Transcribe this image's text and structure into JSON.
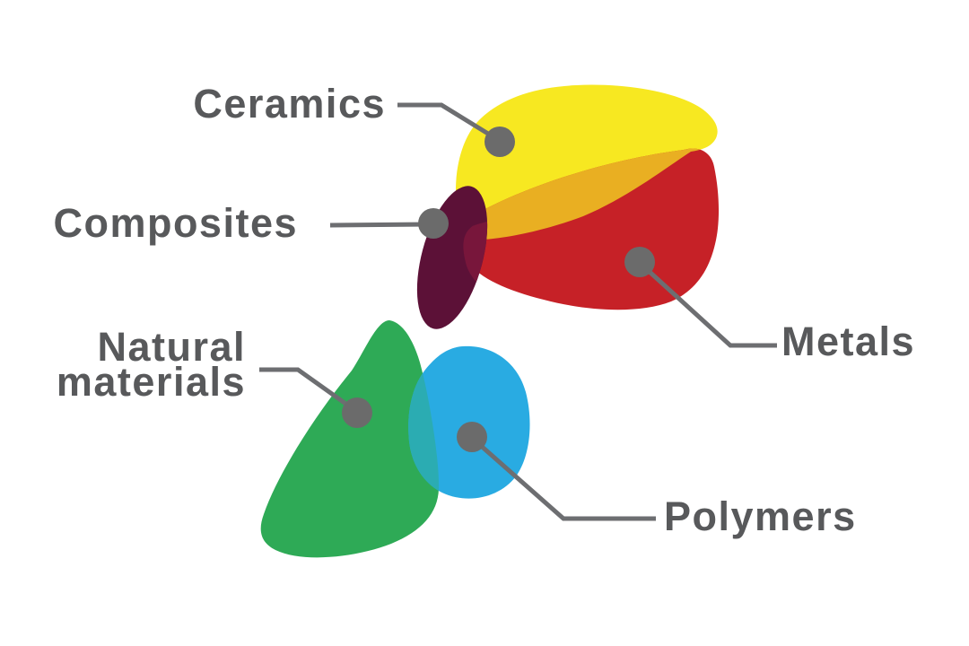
{
  "diagram": {
    "title": "Material classes blob diagram",
    "background_color": "#FFFFFF",
    "label_color": "#58595B",
    "connector_color": "#6D6E71",
    "marker_color": "#6B6B6B",
    "labels": {
      "ceramics": "Ceramics",
      "composites": "Composites",
      "metals": "Metals",
      "polymers": "Polymers",
      "natural_line1": "Natural",
      "natural_line2": "materials"
    },
    "regions": {
      "ceramics": {
        "label": "Ceramics",
        "color": "#F7E821"
      },
      "metals": {
        "label": "Metals",
        "color": "#C62127"
      },
      "ceramics_metals_overlap": {
        "color": "#E9AF22"
      },
      "composites": {
        "label": "Composites",
        "color": "#5C1137"
      },
      "composites_metals_overlap": {
        "color": "#78163B"
      },
      "natural": {
        "label": "Natural materials",
        "color": "#2EAA56"
      },
      "polymers": {
        "label": "Polymers",
        "color": "#29ABE2"
      },
      "natural_polymers_overlap": {
        "color": "#2BACB2"
      }
    }
  }
}
